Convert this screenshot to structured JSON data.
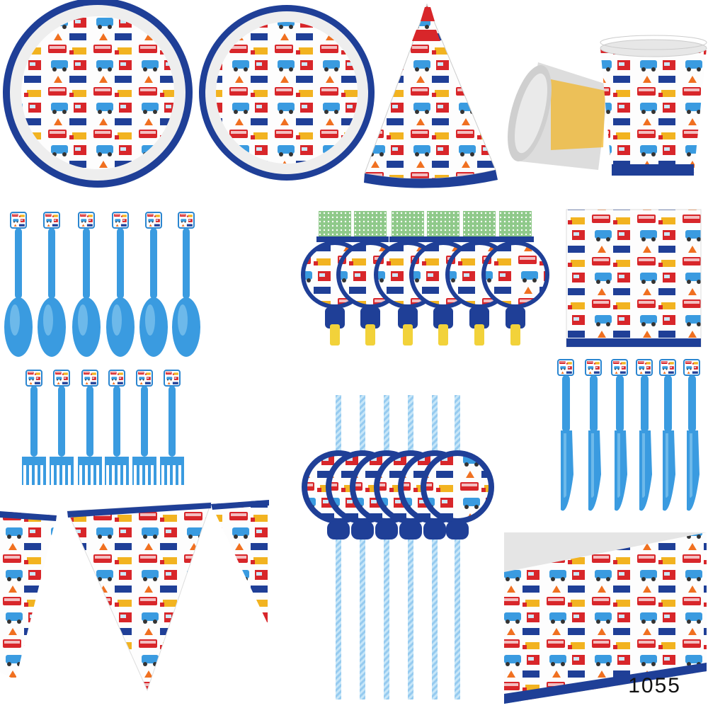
{
  "product_code": "1055",
  "colors": {
    "navy": "#1f3f97",
    "sky_blue": "#3a9be0",
    "light_blue": "#8fcdf0",
    "red": "#d8262a",
    "yellow": "#f2b320",
    "green": "#8fc98a",
    "gray": "#d9d9d9"
  },
  "items": [
    {
      "name": "large-plate"
    },
    {
      "name": "small-plate"
    },
    {
      "name": "party-hat"
    },
    {
      "name": "paper-cups"
    },
    {
      "name": "spoons",
      "count": 6
    },
    {
      "name": "party-blowers",
      "count": 6
    },
    {
      "name": "napkin"
    },
    {
      "name": "forks",
      "count": 6
    },
    {
      "name": "knives",
      "count": 6
    },
    {
      "name": "straws",
      "count": 6
    },
    {
      "name": "pennant-banner"
    },
    {
      "name": "tablecloth"
    }
  ]
}
